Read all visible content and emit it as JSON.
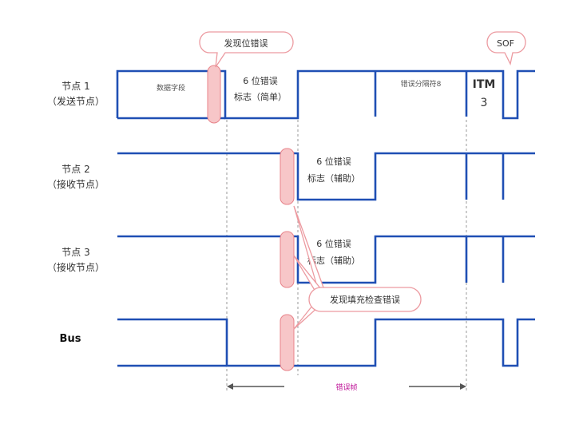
{
  "rows": [
    {
      "name": "节点 1",
      "role": "（发送节点）"
    },
    {
      "name": "节点 2",
      "role": "（接收节点）"
    },
    {
      "name": "节点 3",
      "role": "（接收节点）"
    },
    {
      "name": "Bus"
    }
  ],
  "node1": {
    "data_field": "数据字段",
    "flag_line1": "6 位错误",
    "flag_line2": "标志（简单）",
    "delimiter": "错误分隔符8",
    "itm_line1": "ITM",
    "itm_line2": "3"
  },
  "node2": {
    "flag_line1": "6 位错误",
    "flag_line2": "标志（辅助）"
  },
  "node3": {
    "flag_line1": "6 位错误",
    "flag_line2": "标志（辅助）"
  },
  "callouts": {
    "bit_error": "发现位错误",
    "sof": "SOF",
    "stuff_error": "发现填充检查错误"
  },
  "error_frame_label": "错误帧",
  "colors": {
    "signal": "#1f4fb4",
    "highlight": "#f7c6c8",
    "callout_border": "#ec9aa0",
    "error_frame": "#c0189a"
  }
}
